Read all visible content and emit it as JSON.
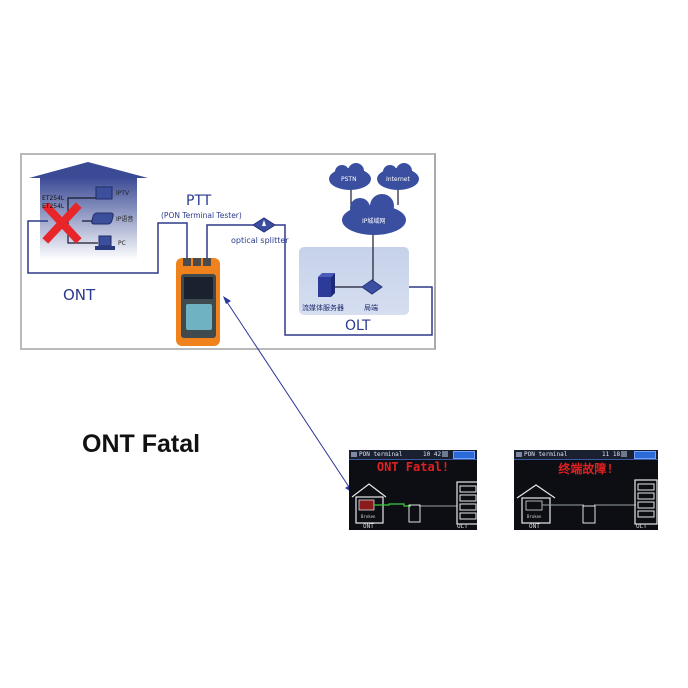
{
  "diagram": {
    "ont": {
      "label": "ONT",
      "model_text_1": "ET254L",
      "model_text_2": "ET254L",
      "devices": [
        {
          "name": "IPTV",
          "icon": "tv-icon"
        },
        {
          "name": "IP语音",
          "icon": "phone-icon"
        },
        {
          "name": "PC",
          "icon": "pc-icon"
        }
      ],
      "fault_icon": "red-x-icon"
    },
    "ptt": {
      "title": "PTT",
      "subtitle": "(PON Terminal Tester)"
    },
    "splitter": {
      "label": "optical splitter"
    },
    "clouds": [
      {
        "name": "PSTN"
      },
      {
        "name": "Internet"
      },
      {
        "name": "IP城域网"
      }
    ],
    "olt": {
      "label": "OLT",
      "server_label": "流媒体服务器",
      "switch_label": "局端"
    },
    "colors": {
      "line": "#2e3a8c",
      "cloud": "#3b4fa0",
      "olt_bg": "#c9d4ea",
      "fault": "#e8262a",
      "tester": "#f0821e"
    }
  },
  "heading": "ONT Fatal",
  "screens": [
    {
      "title": "PON terminal",
      "time": "10 42",
      "message": "ONT Fatal!",
      "ont_caption": "ONT",
      "olt_caption": "OLT",
      "modem_label": "Broken",
      "link_color": "#3ec93e",
      "modem_color": "#8a1c1c"
    },
    {
      "title": "PON terminal",
      "time": "11 18",
      "message": "终端故障!",
      "ont_caption": "ONT",
      "olt_caption": "OLT",
      "modem_label": "Broken",
      "link_color": "#9aa0a8",
      "modem_color": "#0c0e14"
    }
  ]
}
